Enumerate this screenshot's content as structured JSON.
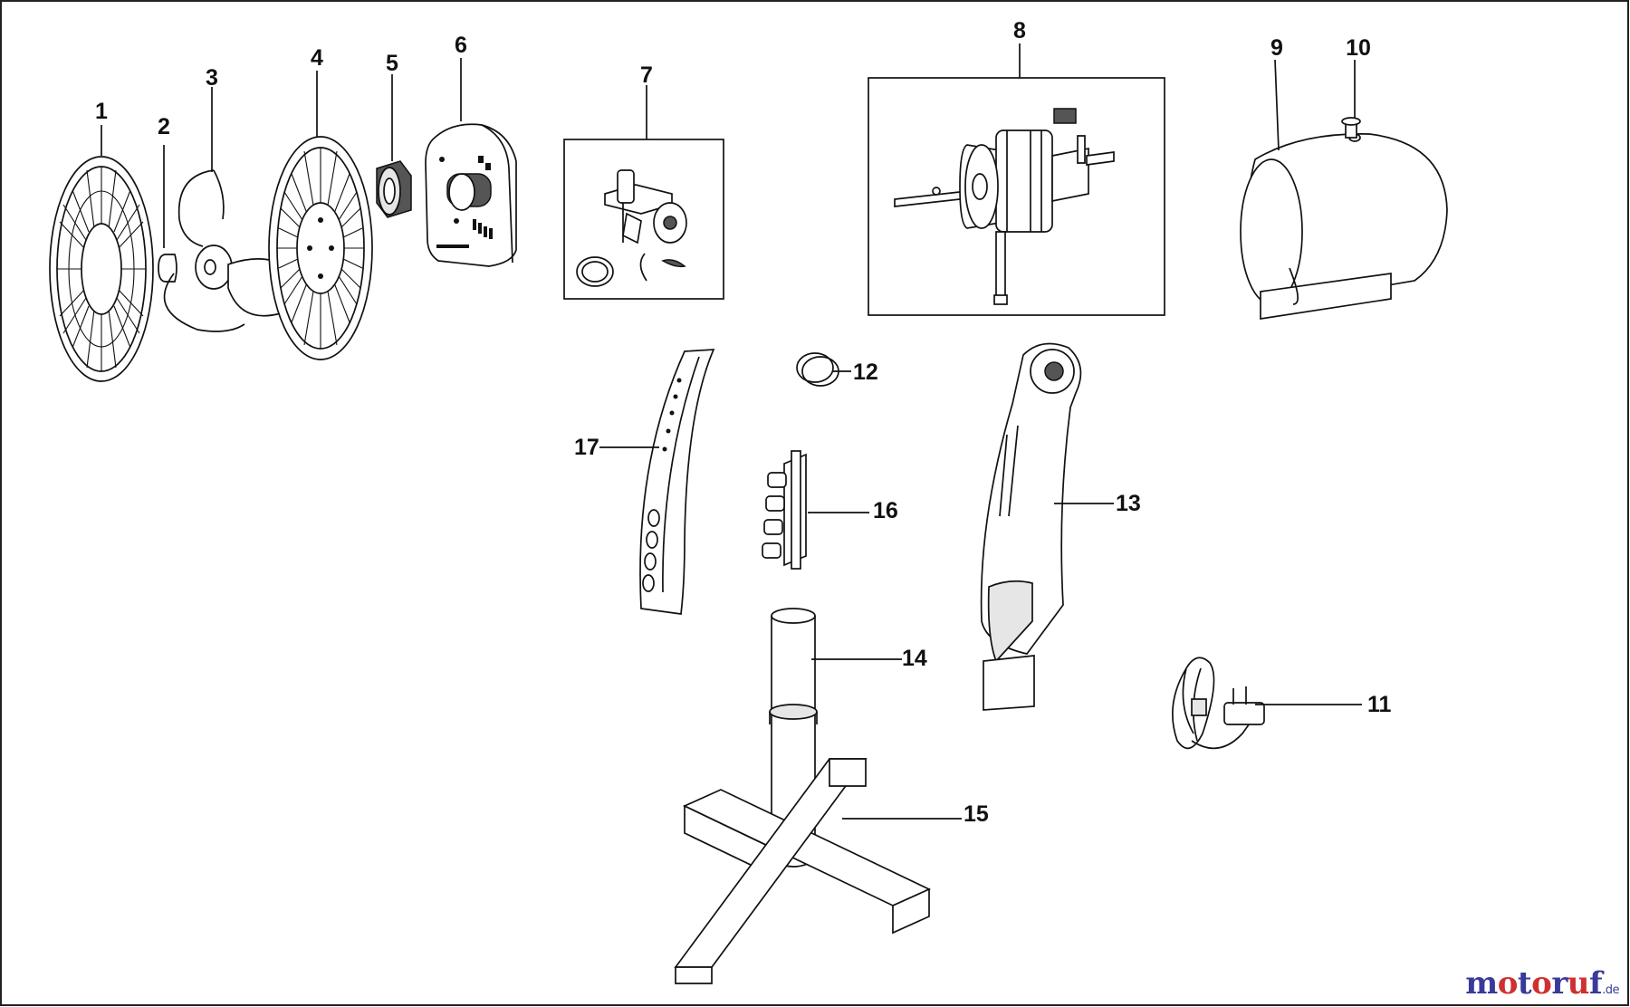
{
  "parts": [
    {
      "id": "1",
      "label": "1",
      "name": "front-grille"
    },
    {
      "id": "2",
      "label": "2",
      "name": "spinner-cap"
    },
    {
      "id": "3",
      "label": "3",
      "name": "fan-blade"
    },
    {
      "id": "4",
      "label": "4",
      "name": "rear-grille"
    },
    {
      "id": "5",
      "label": "5",
      "name": "grille-nut"
    },
    {
      "id": "6",
      "label": "6",
      "name": "motor-front-cover"
    },
    {
      "id": "7",
      "label": "7",
      "name": "oscillation-gear-assembly"
    },
    {
      "id": "8",
      "label": "8",
      "name": "motor-assembly"
    },
    {
      "id": "9",
      "label": "9",
      "name": "motor-rear-housing"
    },
    {
      "id": "10",
      "label": "10",
      "name": "oscillation-knob"
    },
    {
      "id": "11",
      "label": "11",
      "name": "power-cord"
    },
    {
      "id": "12",
      "label": "12",
      "name": "cap"
    },
    {
      "id": "13",
      "label": "13",
      "name": "rear-column-housing"
    },
    {
      "id": "14",
      "label": "14",
      "name": "pole-tube"
    },
    {
      "id": "15",
      "label": "15",
      "name": "cross-base"
    },
    {
      "id": "16",
      "label": "16",
      "name": "switch-block"
    },
    {
      "id": "17",
      "label": "17",
      "name": "front-column-cover"
    }
  ],
  "watermark": {
    "letters": [
      "m",
      "o",
      "t",
      "o",
      "r",
      "u",
      "f"
    ],
    "colors": [
      "#3a3a9a",
      "#d03030",
      "#3a3a9a",
      "#d03030",
      "#3a3a9a",
      "#d03030",
      "#3a3a9a"
    ],
    "tld": ".de"
  }
}
